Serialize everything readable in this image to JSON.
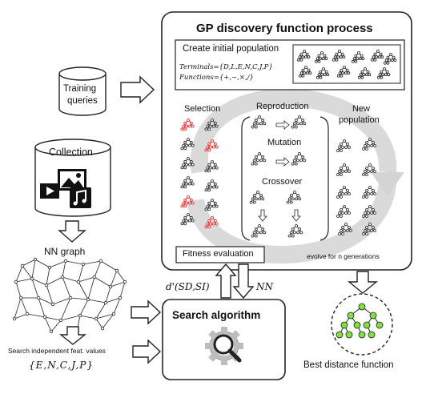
{
  "gp": {
    "title": "GP discovery function process",
    "init_label": "Create initial population",
    "terminals_line": "Terminals={D,L,E,N,C,J,P}",
    "functions_line": "Functions={+,−,×,/}",
    "selection": "Selection",
    "reproduction": "Reproduction",
    "mutation": "Mutation",
    "crossover": "Crossover",
    "new_population_1": "New",
    "new_population_2": "population",
    "fitness": "Fitness evaluation",
    "evolve": "evolve for n generations"
  },
  "left": {
    "training_1": "Training",
    "training_2": "queries",
    "collection": "Collection",
    "nn_graph": "NN graph",
    "search_feat": "Search independent feat. values",
    "feat_set": "{E,N,C,J,P}"
  },
  "center": {
    "distance_expr": "d'(SD,SI)",
    "nn_label": "NN",
    "search_algorithm": "Search algorithm"
  },
  "right": {
    "best": "Best distance function"
  },
  "colors": {
    "selected_tree": "#e02020",
    "best_tree": "#7fe040",
    "stroke": "#222222",
    "swirl": "#d4d4d4"
  }
}
